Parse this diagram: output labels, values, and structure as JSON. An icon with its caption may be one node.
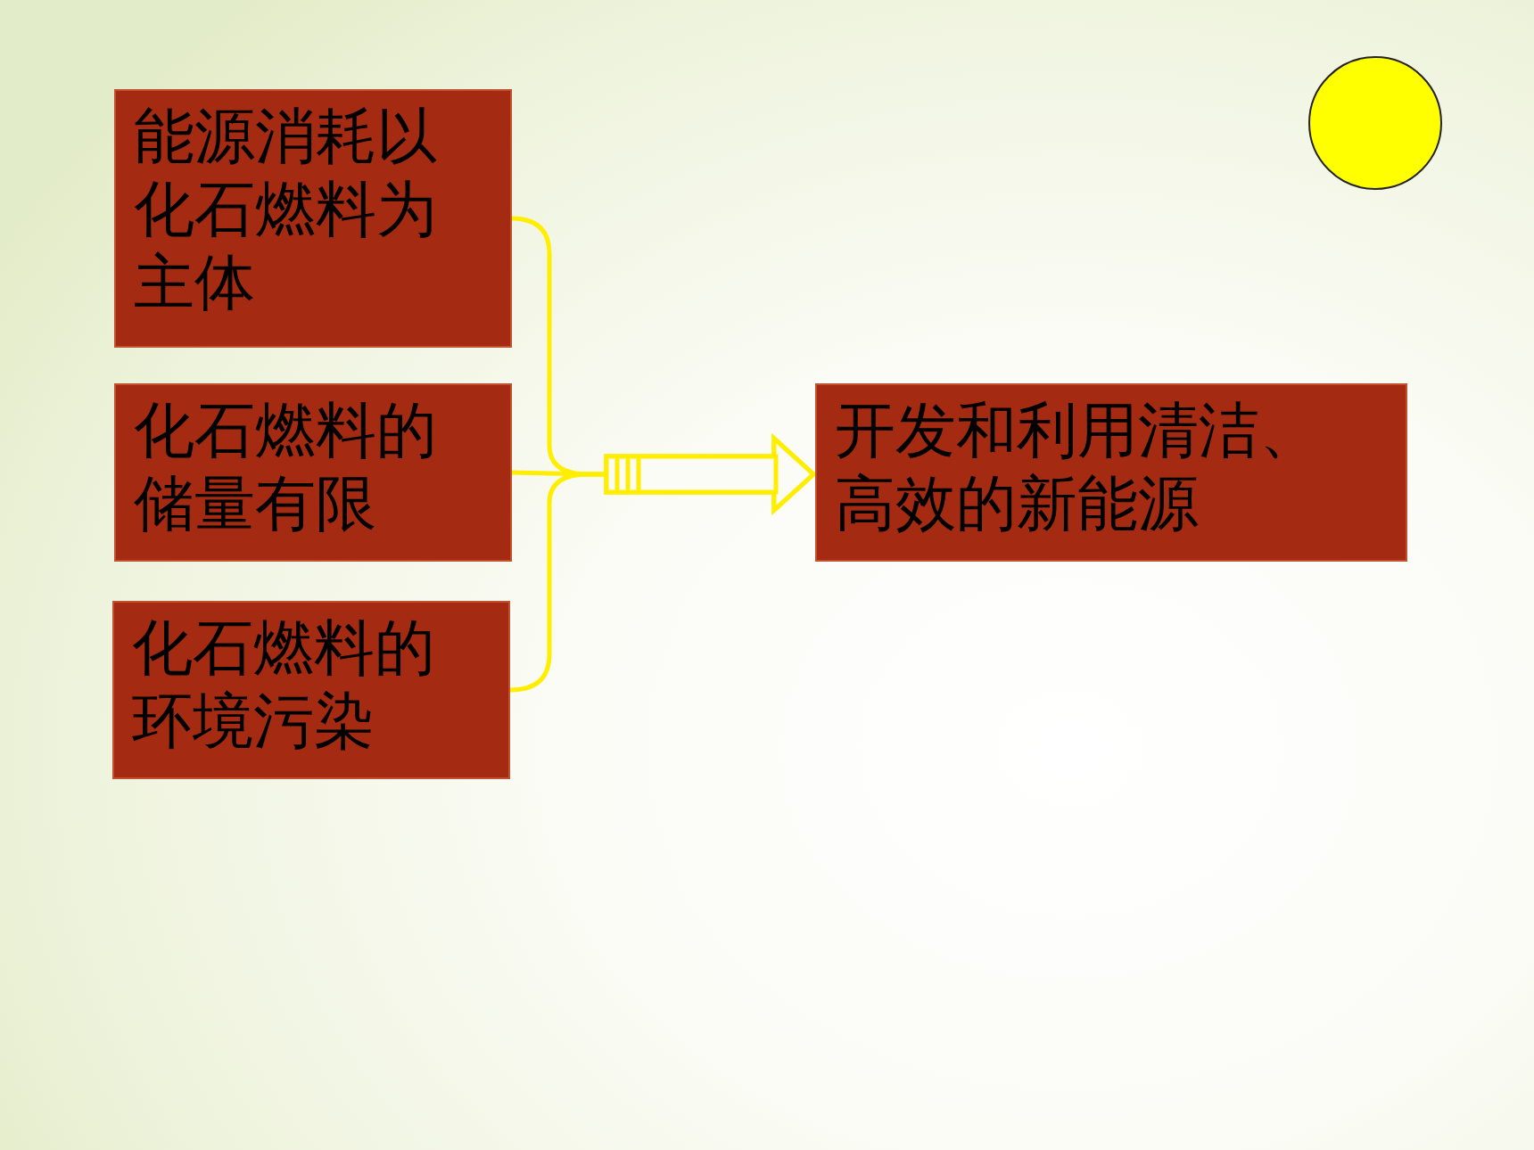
{
  "diagram": {
    "nodes": [
      {
        "text": [
          "能源消耗以化石燃料为主体"
        ]
      },
      {
        "text": [
          "化石燃料的储量有限"
        ]
      },
      {
        "text": [
          "化石燃料的环境污染"
        ]
      },
      {
        "text": [
          "开发和利用清洁、高效的新能源"
        ]
      }
    ],
    "edges": [
      {
        "from": 0,
        "to": 3,
        "arrow": "to"
      },
      {
        "from": 1,
        "to": 3,
        "arrow": "to"
      },
      {
        "from": 2,
        "to": 3,
        "arrow": "to"
      }
    ]
  }
}
